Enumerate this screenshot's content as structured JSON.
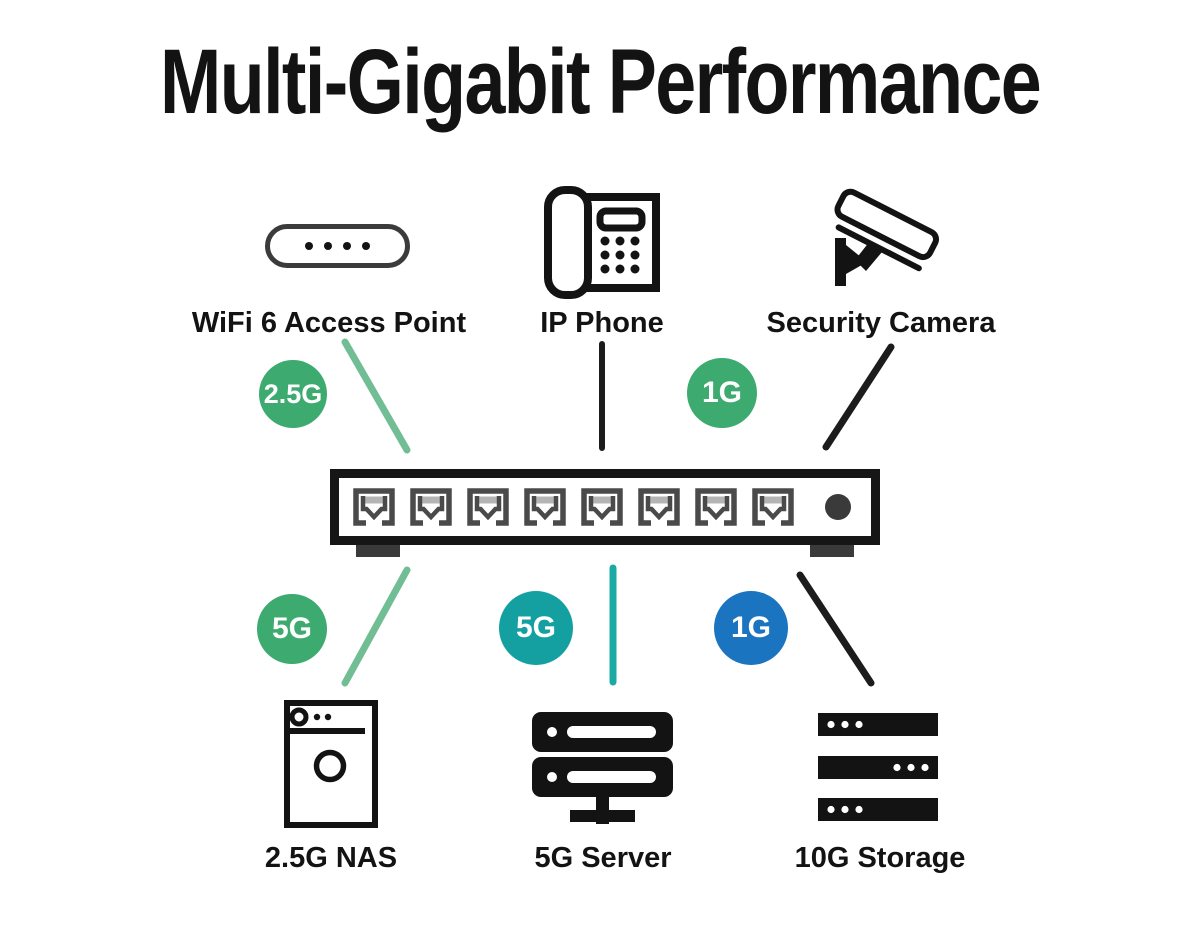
{
  "title": "Multi-Gigabit Performance",
  "colors": {
    "ink": "#1c1c1c",
    "badge_green": "#3DAB70",
    "badge_teal": "#14A0A0",
    "badge_blue": "#1B74C0",
    "line_green": "#72BE94",
    "line_teal": "#1BA9A4",
    "line_black": "#1c1c1c"
  },
  "devices": {
    "top": [
      {
        "id": "wifi-ap",
        "label": "WiFi 6 Access Point"
      },
      {
        "id": "ip-phone",
        "label": "IP Phone"
      },
      {
        "id": "security-camera",
        "label": "Security Camera"
      }
    ],
    "bottom": [
      {
        "id": "nas",
        "label": "2.5G NAS"
      },
      {
        "id": "server",
        "label": "5G Server"
      },
      {
        "id": "storage",
        "label": "10G Storage"
      }
    ]
  },
  "badges": [
    {
      "id": "badge-wifi",
      "label": "2.5G",
      "color": "#3DAB70"
    },
    {
      "id": "badge-top-1g",
      "label": "1G",
      "color": "#3DAB70"
    },
    {
      "id": "badge-nas",
      "label": "5G",
      "color": "#3DAB70"
    },
    {
      "id": "badge-server",
      "label": "5G",
      "color": "#14A0A0"
    },
    {
      "id": "badge-storage",
      "label": "1G",
      "color": "#1B74C0"
    }
  ],
  "connections": [
    {
      "from": "wifi-ap",
      "to": "switch",
      "speed": "2.5G"
    },
    {
      "from": "ip-phone",
      "to": "switch",
      "speed": ""
    },
    {
      "from": "security-camera",
      "to": "switch",
      "speed": "1G"
    },
    {
      "from": "nas",
      "to": "switch",
      "speed": "5G"
    },
    {
      "from": "server",
      "to": "switch",
      "speed": "5G"
    },
    {
      "from": "storage",
      "to": "switch",
      "speed": "1G"
    }
  ],
  "switch": {
    "port_count": 8
  }
}
